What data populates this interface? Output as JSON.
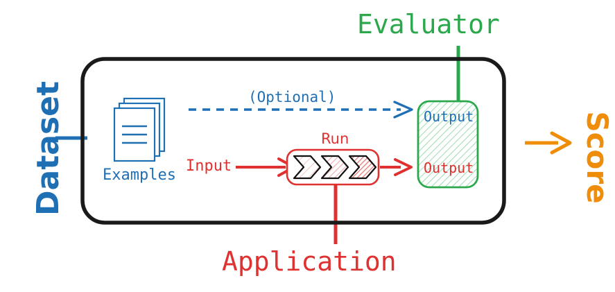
{
  "diagram": {
    "title_labels": {
      "dataset": "Dataset",
      "evaluator": "Evaluator",
      "application": "Application",
      "score": "Score"
    },
    "inner_labels": {
      "examples": "Examples",
      "optional": "(Optional)",
      "input": "Input",
      "run": "Run",
      "output_top": "Output",
      "output_bottom": "Output"
    },
    "colors": {
      "blue": "#1f6fb5",
      "red": "#e03131",
      "green": "#2ca84c",
      "orange": "#ef8c09",
      "black": "#1a1a1a",
      "green_fill": "#f2fbf4",
      "red_fill_light": "#fdf0f0",
      "white": "#ffffff"
    },
    "icons": {
      "examples": "document-stack-icon",
      "run": "chevron-pipeline-icon",
      "optional_arrow": "dashed-arrow-icon",
      "input_arrow": "arrow-icon",
      "output_arrow": "arrow-icon",
      "score_arrow": "arrow-icon",
      "dataset_connector": "connector-line-icon",
      "evaluator_connector": "connector-line-icon",
      "application_connector": "connector-line-icon"
    },
    "shapes": {
      "outer_container": "rounded-rectangle",
      "evaluator_box": "rounded-rectangle-hatched",
      "run_box": "rounded-rectangle",
      "run_stages": 3
    }
  }
}
